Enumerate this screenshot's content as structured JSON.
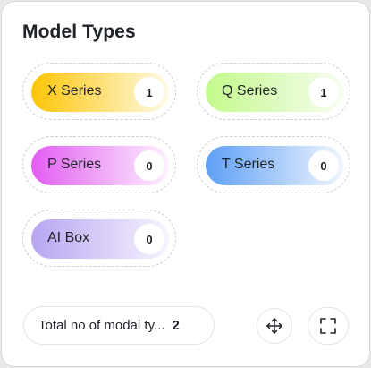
{
  "title": "Model Types",
  "models": [
    {
      "label": "X Series",
      "count": "1",
      "gradient": [
        "#fdc506",
        "#fffbe8"
      ]
    },
    {
      "label": "Q Series",
      "count": "1",
      "gradient": [
        "#c3f98b",
        "#f7fdf0"
      ]
    },
    {
      "label": "P Series",
      "count": "0",
      "gradient": [
        "#e25df2",
        "#fdf1fe"
      ]
    },
    {
      "label": "T Series",
      "count": "0",
      "gradient": [
        "#5e9ff6",
        "#f0f6fe"
      ]
    },
    {
      "label": "AI Box",
      "count": "0",
      "gradient": [
        "#b8a5f2",
        "#f7f4fe"
      ]
    }
  ],
  "footer": {
    "total_label": "Total no of modal ty...",
    "total_count": "2",
    "icons": [
      "move-icon",
      "fullscreen-icon"
    ]
  }
}
